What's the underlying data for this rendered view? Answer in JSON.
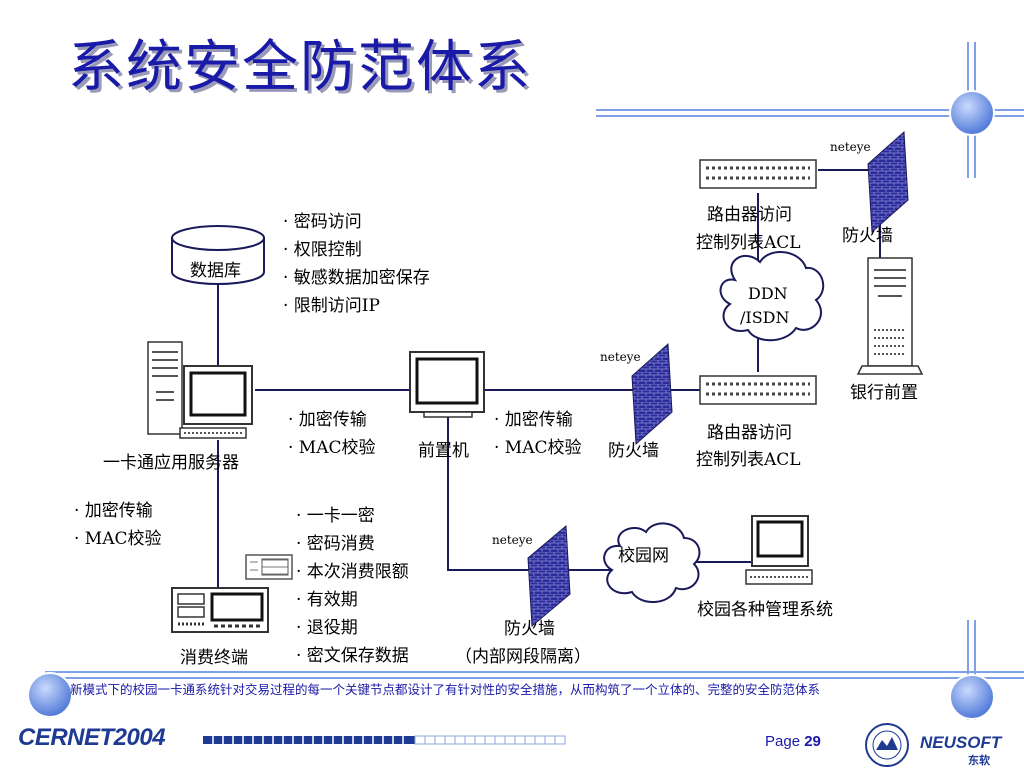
{
  "title": "系统安全防范体系",
  "nodes": {
    "database": "数据库",
    "app_server": "一卡通应用服务器",
    "front_machine": "前置机",
    "firewall_mid": "防火墙",
    "router_lower_line1": "路由器访问",
    "router_lower_line2": "控制列表ACL",
    "router_upper_line1": "路由器访问",
    "router_upper_line2": "控制列表ACL",
    "firewall_top": "防火墙",
    "ddn_line1": "DDN",
    "ddn_line2": "/ISDN",
    "bank_front": "银行前置",
    "campus_net": "校园网",
    "campus_mgmt": "校园各种管理系统",
    "firewall_bottom_line1": "防火墙",
    "firewall_bottom_line2": "（内部网段隔离）",
    "pos_terminal": "消费终端",
    "neteye_top": "neteye",
    "neteye_mid": "neteye",
    "neteye_bottom": "neteye"
  },
  "bullets": {
    "db": [
      "· 密码访问",
      "· 权限控制",
      "· 敏感数据加密保存",
      "· 限制访问IP"
    ],
    "server_front": [
      "· 加密传输",
      "· MAC校验"
    ],
    "front_fw": [
      "· 加密传输",
      "· MAC校验"
    ],
    "terminal": [
      "· 加密传输",
      "· MAC校验"
    ],
    "card": [
      "· 一卡一密",
      "· 密码消费",
      "· 本次消费限额",
      "· 有效期",
      "· 退役期",
      "· 密文保存数据"
    ]
  },
  "caption": "新模式下的校园一卡通系统针对交易过程的每一个关键节点都设计了有针对性的安全措施，从而构筑了一个立体的、完整的安全防范体系",
  "footer": {
    "logo": "CERNET2004",
    "page_label": "Page",
    "page_number": "29",
    "brand": "NEUSOFT",
    "brand_sub": "东软"
  },
  "colors": {
    "accent": "#1a1aa8",
    "decor_circle": "#6d93e0",
    "decor_line": "#7f9fe8",
    "firewall": "#2b2b9a"
  }
}
